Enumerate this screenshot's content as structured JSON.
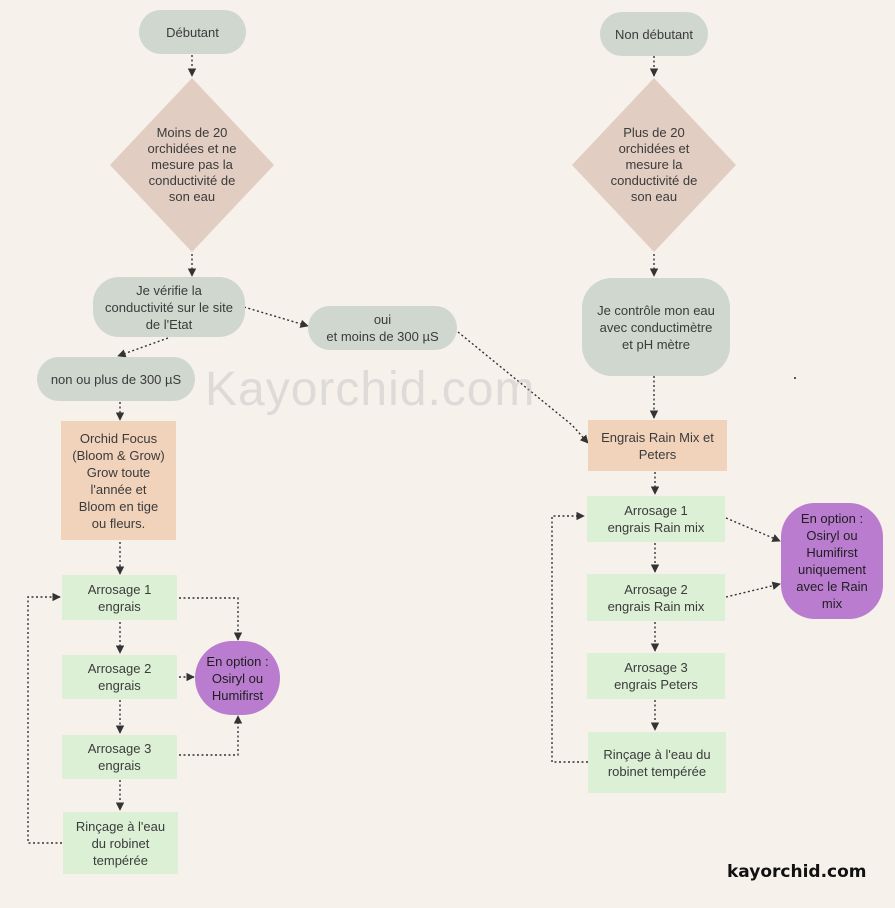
{
  "watermark": "Kayorchid.com",
  "footer": "kayorchid.com",
  "colors": {
    "pill": "#cfd7cf",
    "diamond": "#e2cdc2",
    "green_box": "#dcf0d6",
    "orange_box": "#f1d2bb",
    "purple": "#b97ccf",
    "background": "#f6f1eb"
  },
  "left": {
    "start": "Débutant",
    "decision": "Moins de 20\norchidées et ne\nmesure pas la\nconductivité de\nson eau",
    "check": "Je vérifie la\nconductivité sur le site\nde l'Etat",
    "no_branch": "non ou plus de 300 µS",
    "fertilizer": "Orchid Focus\n(Bloom & Grow)\nGrow toute\nl'année et\nBloom en tige\nou fleurs.",
    "watering_1": "Arrosage 1\nengrais",
    "watering_2": "Arrosage 2\nengrais",
    "watering_3": "Arrosage 3\nengrais",
    "rinse": "Rinçage à l'eau\ndu robinet\ntempérée",
    "option": "En option :\nOsiryl ou\nHumifirst"
  },
  "middle": {
    "yes_branch": "oui\net moins de 300 µS"
  },
  "right": {
    "start": "Non débutant",
    "decision": "Plus de 20\norchidées et\nmesure la\nconductivité de\nson eau",
    "check": "Je contrôle mon eau\navec conductimètre\net pH mètre",
    "fertilizer": "Engrais Rain Mix et\nPeters",
    "watering_1": "Arrosage 1\nengrais Rain mix",
    "watering_2": "Arrosage 2\nengrais Rain mix",
    "watering_3": "Arrosage 3\nengrais Peters",
    "rinse": "Rinçage à l'eau du\nrobinet tempérée",
    "option": "En option :\nOsiryl ou\nHumifirst\nuniquement\navec le Rain\nmix"
  }
}
